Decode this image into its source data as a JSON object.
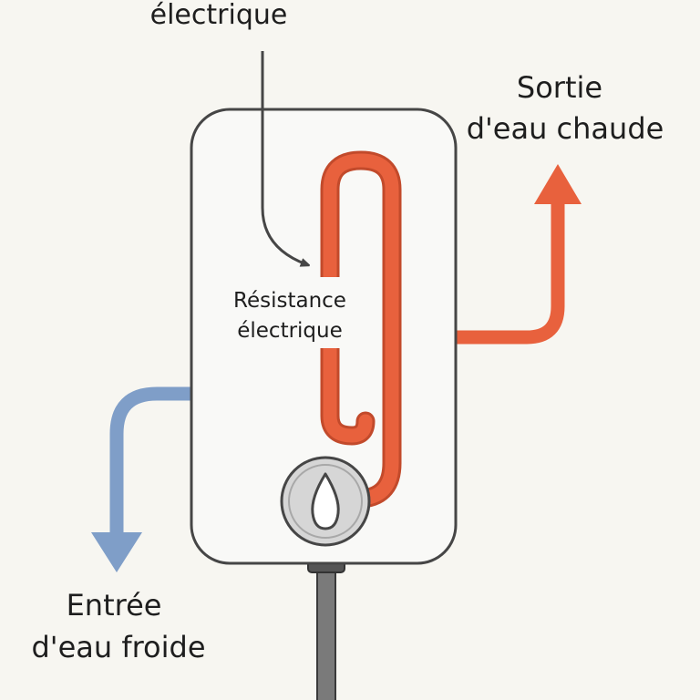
{
  "labels": {
    "top": "électrique",
    "outlet_line1": "Sortie",
    "outlet_line2": "d'eau chaude",
    "element_line1": "Résistance",
    "element_line2": "électrique",
    "inlet_line1": "Entrée",
    "inlet_line2": "d'eau froide"
  },
  "colors": {
    "background": "#f7f6f1",
    "body_fill": "#f9f9f7",
    "outline": "#464646",
    "hot": "#e8613d",
    "hot_dark": "#c24a2b",
    "cold": "#7f9ec8",
    "knob": "#d6d6d6",
    "pipe": "#7a7a7a"
  },
  "icons": {
    "knob": "water-drop-icon"
  }
}
